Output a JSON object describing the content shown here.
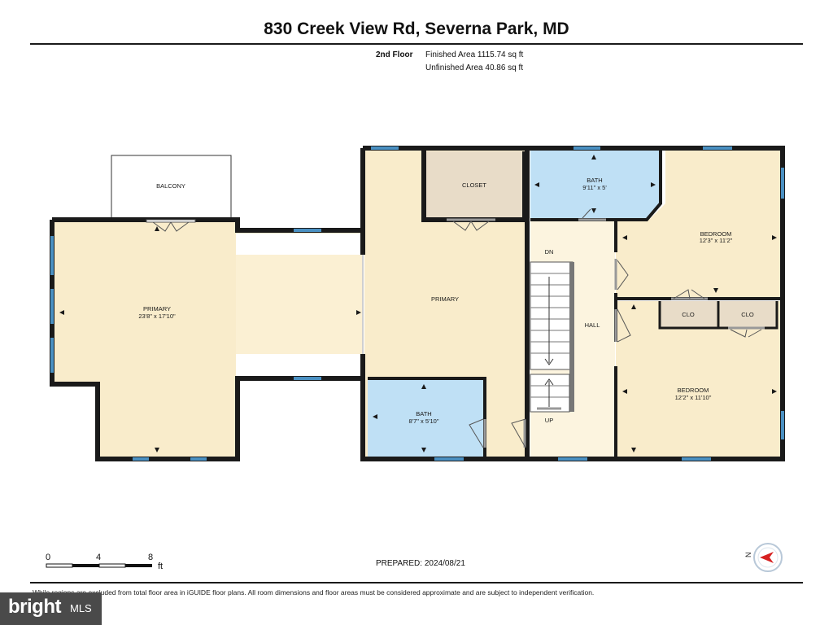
{
  "header": {
    "title": "830 Creek View Rd, Severna Park, MD"
  },
  "floor_info": {
    "floor_label": "2nd Floor",
    "finished_area": "Finished Area 1115.74 sq ft",
    "unfinished_area": "Unfinished Area 40.86 sq ft"
  },
  "rooms": {
    "balcony": "BALCONY",
    "primary_left_name": "PRIMARY",
    "primary_left_dims": "23'8\" x 17'10\"",
    "closet": "CLOSET",
    "primary_center": "PRIMARY",
    "bath_top_name": "BATH",
    "bath_top_dims": "9'11\" x 5'",
    "bedroom_top_name": "BEDROOM",
    "bedroom_top_dims": "12'3\" x 11'2\"",
    "dn": "DN",
    "hall": "HALL",
    "clo_1": "CLO",
    "clo_2": "CLO",
    "bath_bottom_name": "BATH",
    "bath_bottom_dims": "8'7\" x 5'10\"",
    "up": "UP",
    "bedroom_bottom_name": "BEDROOM",
    "bedroom_bottom_dims": "12'2\" x 11'10\""
  },
  "scale_bar": {
    "ticks": [
      "0",
      "4",
      "8"
    ],
    "unit": "ft"
  },
  "compass": {
    "label": "N"
  },
  "footer": {
    "prepared": "PREPARED: 2024/08/21",
    "disclaimer": "While regions are excluded from total floor area in iGUIDE floor plans. All room dimensions and floor areas must be considered approximate and are subject to independent verification."
  },
  "brand": {
    "bright": "bright",
    "mls": "MLS"
  },
  "colors": {
    "primary_fill": "#f9eccb",
    "bath_fill": "#bfe0f5",
    "bedroom_fill": "#f9eccb",
    "closet_fill": "#e8dcc8",
    "hall_fill": "#fcf4df",
    "window": "#4a90c2",
    "wall": "#1a1a1a"
  }
}
